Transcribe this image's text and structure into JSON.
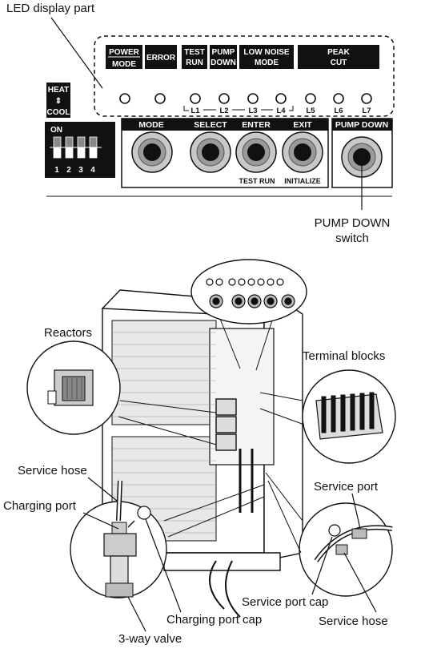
{
  "callouts": {
    "led_display_part": "LED display part",
    "pump_down_switch_line1": "PUMP DOWN",
    "pump_down_switch_line2": "switch",
    "reactors": "Reactors",
    "terminal_blocks": "Terminal blocks",
    "service_hose_left": "Service hose",
    "charging_port": "Charging port",
    "service_port": "Service port",
    "service_port_cap": "Service port cap",
    "service_hose_right": "Service hose",
    "charging_port_cap": "Charging port cap",
    "three_way_valve": "3-way valve"
  },
  "led_labels": {
    "power": "POWER",
    "mode": "MODE",
    "error": "ERROR",
    "test": "TEST",
    "run": "RUN",
    "pump": "PUMP",
    "down": "DOWN",
    "low_noise": "LOW NOISE",
    "low_noise_mode": "MODE",
    "peak": "PEAK",
    "cut": "CUT"
  },
  "led_numbers": [
    "L1",
    "L2",
    "L3",
    "L4",
    "L5",
    "L6",
    "L7"
  ],
  "heat_cool": {
    "heat": "HEAT",
    "arrow": "⇕",
    "cool": "COOL"
  },
  "dip_switch": {
    "on": "ON",
    "numbers": [
      "1",
      "2",
      "3",
      "4"
    ]
  },
  "buttons": {
    "mode": "MODE",
    "select": "SELECT",
    "enter": "ENTER",
    "exit": "EXIT",
    "pump_down": "PUMP DOWN",
    "test_run": "TEST RUN",
    "initialize": "INITIALIZE"
  }
}
